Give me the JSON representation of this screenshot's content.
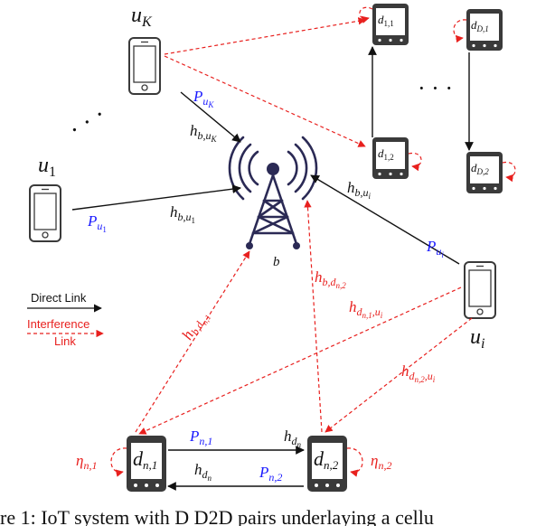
{
  "colors": {
    "direct": "#111111",
    "interference": "#e8201e",
    "power": "#1a1aff",
    "device_body": "#3a3a3a"
  },
  "nodes": {
    "uK": {
      "base": "u",
      "sub": "K"
    },
    "u1": {
      "base": "u",
      "sub": "1"
    },
    "ui": {
      "base": "u",
      "sub": "i"
    },
    "b": "b",
    "dots_left": "· · ·",
    "dots_right": "· · ·"
  },
  "d2d_devices": {
    "d11": {
      "base": "d",
      "sub": "1,1"
    },
    "d12": {
      "base": "d",
      "sub": "1,2"
    },
    "dD1": {
      "base": "d",
      "sub": "D,1"
    },
    "dD2": {
      "base": "d",
      "sub": "D,2"
    },
    "dn1": {
      "base": "d",
      "sub": "n,1"
    },
    "dn2": {
      "base": "d",
      "sub": "n,2"
    }
  },
  "powers": {
    "PuK": {
      "base": "P",
      "sub": "u",
      "subsub": "K"
    },
    "Pu1": {
      "base": "P",
      "sub": "u",
      "subsub": "1"
    },
    "Pui": {
      "base": "P",
      "sub": "u",
      "subsub": "i"
    },
    "Pn1": {
      "base": "P",
      "sub": "n,1"
    },
    "Pn2": {
      "base": "P",
      "sub": "n,2"
    }
  },
  "channels": {
    "hbuK": {
      "base": "h",
      "sub": "b,u",
      "subsub": "K"
    },
    "hbu1": {
      "base": "h",
      "sub": "b,u",
      "subsub": "1"
    },
    "hbui": {
      "base": "h",
      "sub": "b,u",
      "subsub": "i"
    },
    "hbdn1": {
      "base": "h",
      "sub": "b,d",
      "subsub": "n,1"
    },
    "hbdn2": {
      "base": "h",
      "sub": "b,d",
      "subsub": "n,2"
    },
    "hdn1ui": {
      "base": "h",
      "sub": "d",
      "subsub": "n,1",
      "tail": ",u",
      "tailsub": "i"
    },
    "hdn2ui": {
      "base": "h",
      "sub": "d",
      "subsub": "n,2",
      "tail": ",u",
      "tailsub": "i"
    },
    "hdn_top": {
      "base": "h",
      "sub": "d",
      "subsub": "n"
    },
    "hdn_bottom": {
      "base": "h",
      "sub": "d",
      "subsub": "n"
    }
  },
  "etas": {
    "eta_n1": {
      "base": "η",
      "sub": "n,1"
    },
    "eta_n2": {
      "base": "η",
      "sub": "n,2"
    }
  },
  "legend": {
    "direct_label": "Direct Link",
    "interference_line1": "Interference",
    "interference_line2": "Link"
  },
  "caption": "re 1: IoT system with D D2D pairs underlaying a cellu"
}
